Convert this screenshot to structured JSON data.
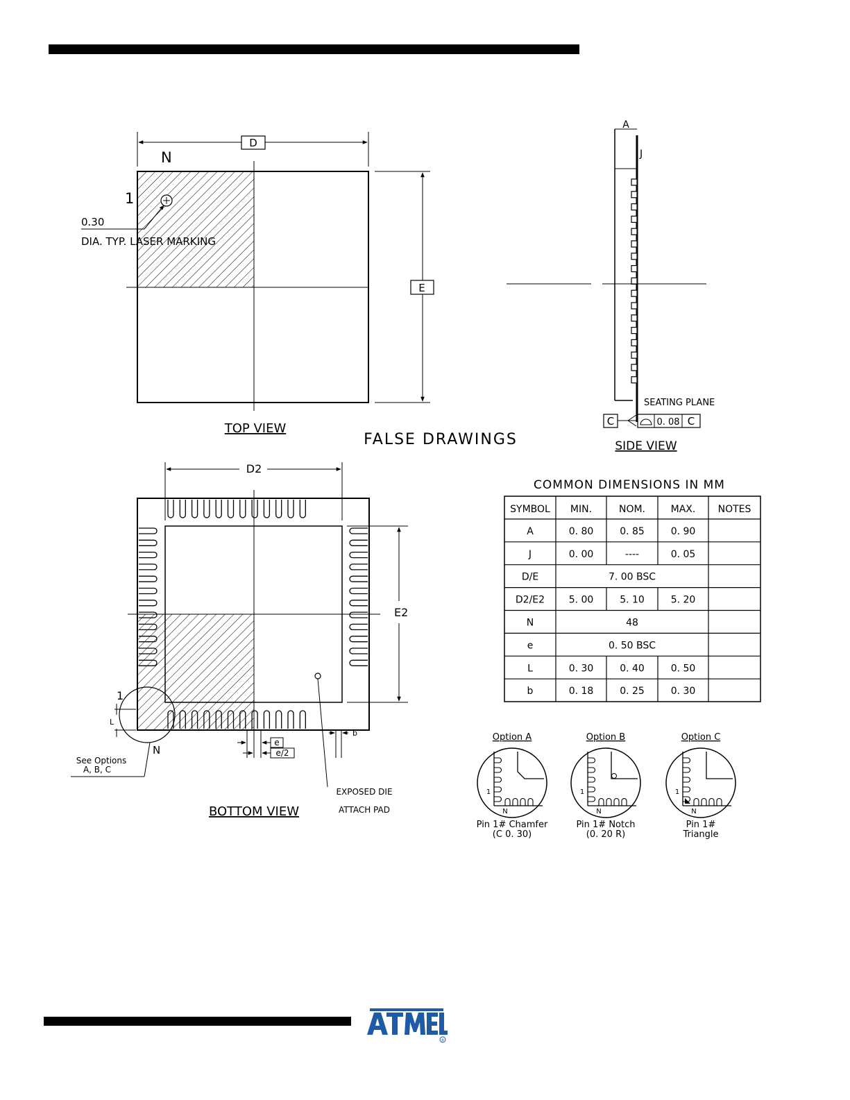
{
  "top_view": {
    "title": "TOP VIEW",
    "dim_d": "D",
    "dim_e": "E",
    "pin_n": "N",
    "pin_1": "1",
    "marking_size": "0.30",
    "marking_note": "DIA. TYP. LASER MARKING"
  },
  "overlay_note": "FALSE DRAWINGS",
  "side_view": {
    "title": "SIDE VIEW",
    "dim_a": "A",
    "dim_j": "J",
    "seating_plane": "SEATING PLANE",
    "datum": "C",
    "flatness_value": "0. 08",
    "flatness_datum": "C"
  },
  "bottom_view": {
    "title": "BOTTOM VIEW",
    "dim_d2": "D2",
    "dim_e2": "E2",
    "pin_1": "1",
    "pin_n": "N",
    "dim_l": "L",
    "dim_e": "e",
    "dim_e_half": "e/2",
    "dim_b": "b",
    "options_note_1": "See Options",
    "options_note_2": "A, B, C",
    "pad_label_1": "EXPOSED DIE",
    "pad_label_2": "ATTACH PAD"
  },
  "dimensions_table": {
    "title": "COMMON DIMENSIONS IN MM",
    "headers": [
      "SYMBOL",
      "MIN.",
      "NOM.",
      "MAX.",
      "NOTES"
    ],
    "rows": [
      {
        "symbol": "A",
        "min": "0. 80",
        "nom": "0. 85",
        "max": "0. 90",
        "notes": ""
      },
      {
        "symbol": "J",
        "min": "0. 00",
        "nom": "----",
        "max": "0. 05",
        "notes": ""
      },
      {
        "symbol": "D/E",
        "span": "7. 00   BSC",
        "notes": ""
      },
      {
        "symbol": "D2/E2",
        "min": "5. 00",
        "nom": "5. 10",
        "max": "5. 20",
        "notes": ""
      },
      {
        "symbol": "N",
        "span": "48",
        "notes": ""
      },
      {
        "symbol": "e",
        "span": "0. 50   BSC",
        "notes": ""
      },
      {
        "symbol": "L",
        "min": "0. 30",
        "nom": "0. 40",
        "max": "0. 50",
        "notes": ""
      },
      {
        "symbol": "b",
        "min": "0. 18",
        "nom": "0. 25",
        "max": "0. 30",
        "notes": ""
      }
    ]
  },
  "options": [
    {
      "title": "Option A",
      "caption_1": "Pin 1# Chamfer",
      "caption_2": "(C 0. 30)",
      "pin_1": "1",
      "pin_n": "N"
    },
    {
      "title": "Option B",
      "caption_1": "Pin 1# Notch",
      "caption_2": "(0. 20 R)",
      "pin_1": "1",
      "pin_n": "N"
    },
    {
      "title": "Option C",
      "caption_1": "Pin 1#",
      "caption_2": "Triangle",
      "pin_1": "1",
      "pin_n": "N"
    }
  ],
  "logo": {
    "wordmark": "ATMEL",
    "registered": "®",
    "color": "#1f5aa6"
  }
}
